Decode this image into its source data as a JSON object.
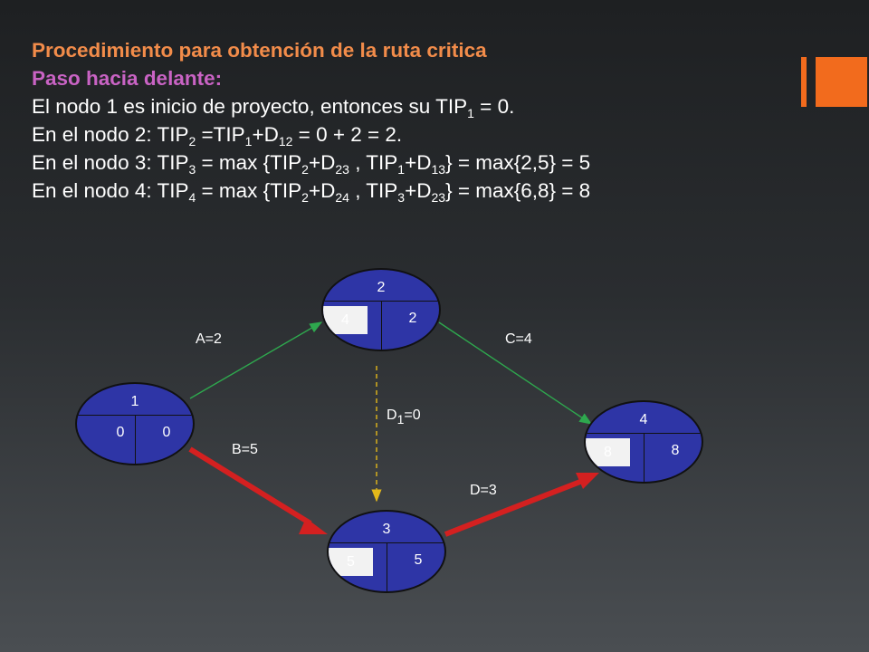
{
  "text": {
    "title": "Procedimiento para obtención de la ruta critica",
    "subtitle": "Paso hacia delante:",
    "line1": {
      "a": "El nodo 1 es inicio de proyecto, entonces su TIP",
      "s1": "1",
      "b": " = 0."
    },
    "line2": {
      "a": "En el nodo 2: TIP",
      "s1": "2",
      "b": " =TIP",
      "s2": "1",
      "c": "+D",
      "s3": "12",
      "d": " = 0 + 2 = 2."
    },
    "line3": {
      "a": "En el nodo 3: TIP",
      "s1": "3",
      "b": " = max {TIP",
      "s2": "2",
      "c": "+D",
      "s3": "23",
      "d": " , TIP",
      "s4": "1",
      "e": "+D",
      "s5": "13",
      "f": "} = max{2,5} = 5"
    },
    "line4": {
      "a": "En el nodo 4: TIP",
      "s1": "4",
      "b": " = max {TIP",
      "s2": "2",
      "c": "+D",
      "s3": "24",
      "d": " , TIP",
      "s4": "3",
      "e": "+D",
      "s5": "23",
      "f": "} = max{6,8} = 8"
    }
  },
  "nodes": {
    "n1": {
      "label": "1",
      "left_value": "0",
      "right_value": "0"
    },
    "n2": {
      "label": "2",
      "left_value": "4",
      "right_value": "2"
    },
    "n3": {
      "label": "3",
      "left_value": "5",
      "right_value": "5"
    },
    "n4": {
      "label": "4",
      "left_value": "8",
      "right_value": "8"
    }
  },
  "edges": {
    "a": "A=2",
    "b": "B=5",
    "c": "C=4",
    "d": "D=3",
    "d1": {
      "pre": "D",
      "sub": "1",
      "post": "=0"
    }
  },
  "colors": {
    "accent": "#f26b1d",
    "title": "#f28c4a",
    "subtitle": "#c963c4",
    "node_fill": "#2e35a6",
    "normal_edge": "#2ea84e",
    "critical_edge": "#d42020",
    "dummy_edge": "#e3b81a"
  }
}
